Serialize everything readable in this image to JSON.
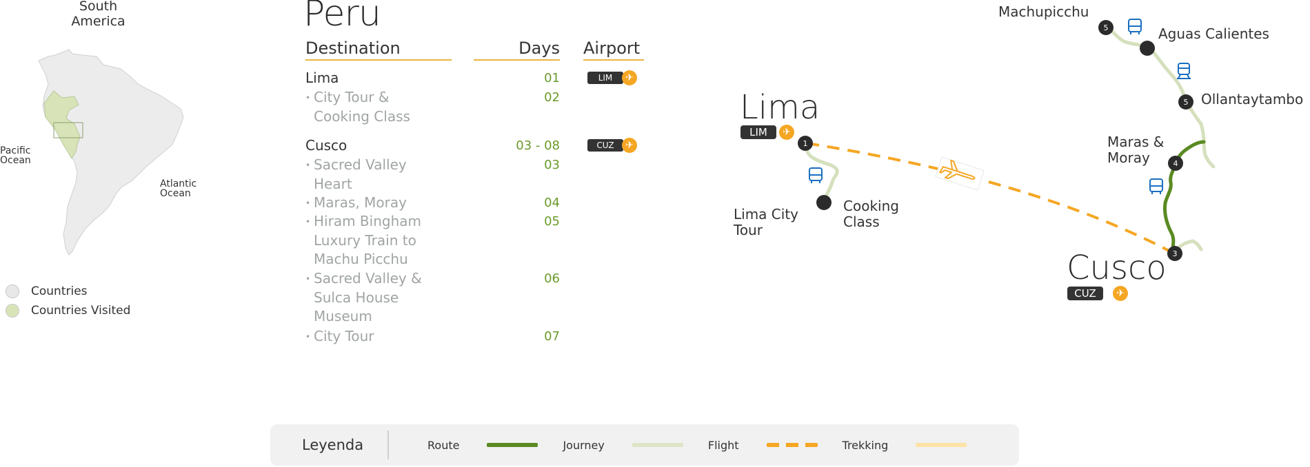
{
  "overview_map": {
    "continent": "South America",
    "oceans": {
      "pacific": "Pacific Ocean",
      "atlantic": "Atlantic Ocean"
    },
    "legend": [
      {
        "label": "Countries",
        "color": "#e8e8e8"
      },
      {
        "label": "Countries Visited",
        "color": "#d8e4b8"
      }
    ]
  },
  "itinerary": {
    "country": "Peru",
    "headers": {
      "destination": "Destination",
      "days": "Days",
      "airport": "Airport"
    },
    "destinations": [
      {
        "name": "Lima",
        "days": "01",
        "airport": "LIM",
        "activities": [
          {
            "name": "City Tour & Cooking Class",
            "lines": [
              "City Tour &",
              "Cooking Class"
            ],
            "days": "02"
          }
        ]
      },
      {
        "name": "Cusco",
        "days": "03 - 08",
        "airport": "CUZ",
        "activities": [
          {
            "name": "Sacred Valley Heart",
            "lines": [
              "Sacred Valley",
              "Heart"
            ],
            "days": "03"
          },
          {
            "name": "Maras, Moray",
            "lines": [
              "Maras, Moray"
            ],
            "days": "04"
          },
          {
            "name": "Hiram Bingham Luxury Train to Machu Picchu",
            "lines": [
              "Hiram Bingham",
              "Luxury Train to",
              "Machu Picchu"
            ],
            "days": "05"
          },
          {
            "name": "Sacred Valley & Sulca House Museum",
            "lines": [
              "Sacred Valley &",
              "Sulca House",
              "Museum"
            ],
            "days": "06"
          },
          {
            "name": "City Tour",
            "lines": [
              "City Tour"
            ],
            "days": "07"
          }
        ]
      }
    ]
  },
  "route_map": {
    "cities": [
      {
        "name": "Lima",
        "airport": "LIM"
      },
      {
        "name": "Cusco",
        "airport": "CUZ"
      }
    ],
    "places": {
      "lima_city_tour": "Lima City Tour",
      "cooking_class": "Cooking Class",
      "maras_moray": "Maras & Moray",
      "ollantaytambo": "Ollantaytambo",
      "aguas_calientes": "Aguas Calientes",
      "machupicchu": "Machupicchu"
    },
    "markers": [
      {
        "label": "1",
        "place": "Lima"
      },
      {
        "label": "3",
        "place": "Cusco"
      },
      {
        "label": "4",
        "place": "Maras & Moray"
      },
      {
        "label": "5",
        "place": "Ollantaytambo"
      },
      {
        "label": "5",
        "place": "Machupicchu"
      }
    ],
    "transport_icons": [
      "bus",
      "bus",
      "train",
      "bus",
      "plane"
    ]
  },
  "legend": {
    "title": "Leyenda",
    "items": [
      {
        "label": "Route",
        "color": "#5a8a22",
        "style": "solid"
      },
      {
        "label": "Journey",
        "color": "#dde5c8",
        "style": "solid"
      },
      {
        "label": "Flight",
        "color": "#f5a623",
        "style": "dashed"
      },
      {
        "label": "Trekking",
        "color": "#fde3a6",
        "style": "solid"
      }
    ]
  },
  "colors": {
    "route": "#5a8a22",
    "journey": "#d5e0bd",
    "flight": "#f5a623",
    "marker": "#2b2b2b",
    "transport": "#1a6fc0",
    "days": "#6a9a2a",
    "header_underline": "#e8b440"
  }
}
